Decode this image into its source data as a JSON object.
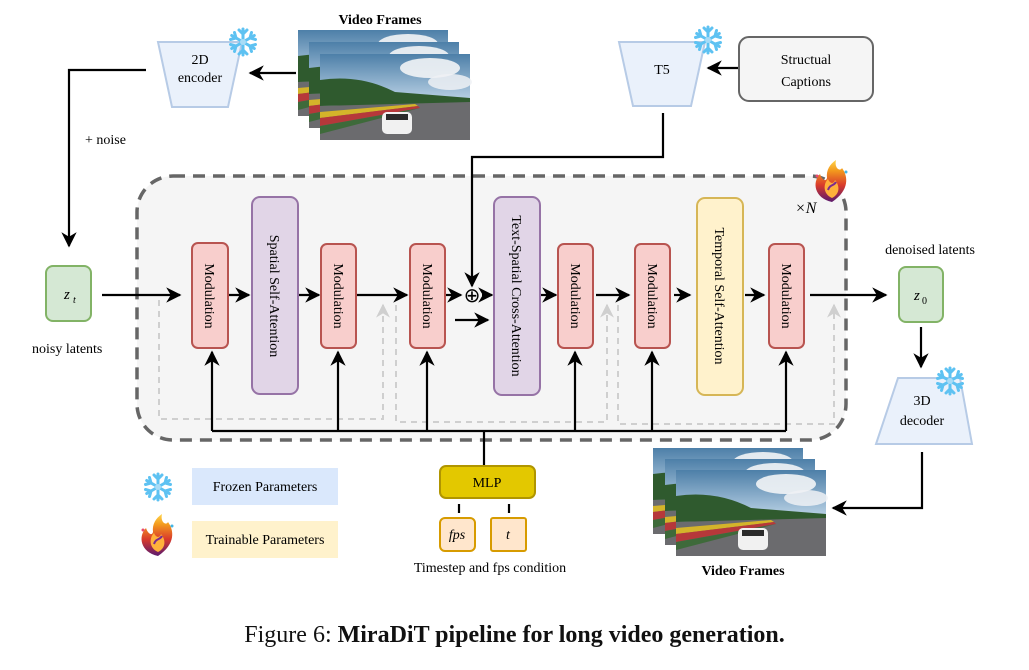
{
  "figure": {
    "caption_prefix": "Figure 6:",
    "caption_title": "MiraDiT pipeline for long video generation."
  },
  "inputs": {
    "video_frames_top_label": "Video Frames",
    "video_frames_bottom_label": "Video Frames",
    "encoder_line1": "2D",
    "encoder_line2": "encoder",
    "text_encoder": "T5",
    "captions_line1": "Structual",
    "captions_line2": "Captions",
    "noise_label": "+ noise"
  },
  "latents": {
    "noisy_symbol": "z",
    "noisy_sub": "t",
    "noisy_label": "noisy latents",
    "denoised_symbol": "z",
    "denoised_sub": "0",
    "denoised_label": "denoised latents"
  },
  "block": {
    "repeat": "×N",
    "modulation": "Modulation",
    "spatial_self_attention": "Spatial Self-Attention",
    "text_spatial_cross_attention": "Text-Spatial Cross-Attention",
    "temporal_self_attention": "Temporal Self-Attention",
    "add_symbol": "⊕"
  },
  "decoder": {
    "line1": "3D",
    "line2": "decoder"
  },
  "conditioning": {
    "mlp": "MLP",
    "fps": "fps",
    "t": "t",
    "label": "Timestep and fps condition"
  },
  "legend": {
    "frozen": "Frozen Parameters",
    "trainable": "Trainable Parameters"
  },
  "colors": {
    "frozen_fill": "#dae8fc",
    "frozen_stroke": "#a9c0e0",
    "trainable_fill": "#fff2cc",
    "modulation_fill": "#f8cecc",
    "modulation_stroke": "#b85450",
    "attention_fill": "#e1d5e7",
    "attention_stroke": "#9673a6",
    "temporal_fill": "#fff2cc",
    "temporal_stroke": "#d6b656",
    "latent_fill": "#d5e8d4",
    "latent_stroke": "#82b366",
    "mlp_fill": "#e3c800",
    "mlp_stroke": "#b09500",
    "cond_fill": "#ffe6cc",
    "cond_stroke": "#d79b00"
  }
}
